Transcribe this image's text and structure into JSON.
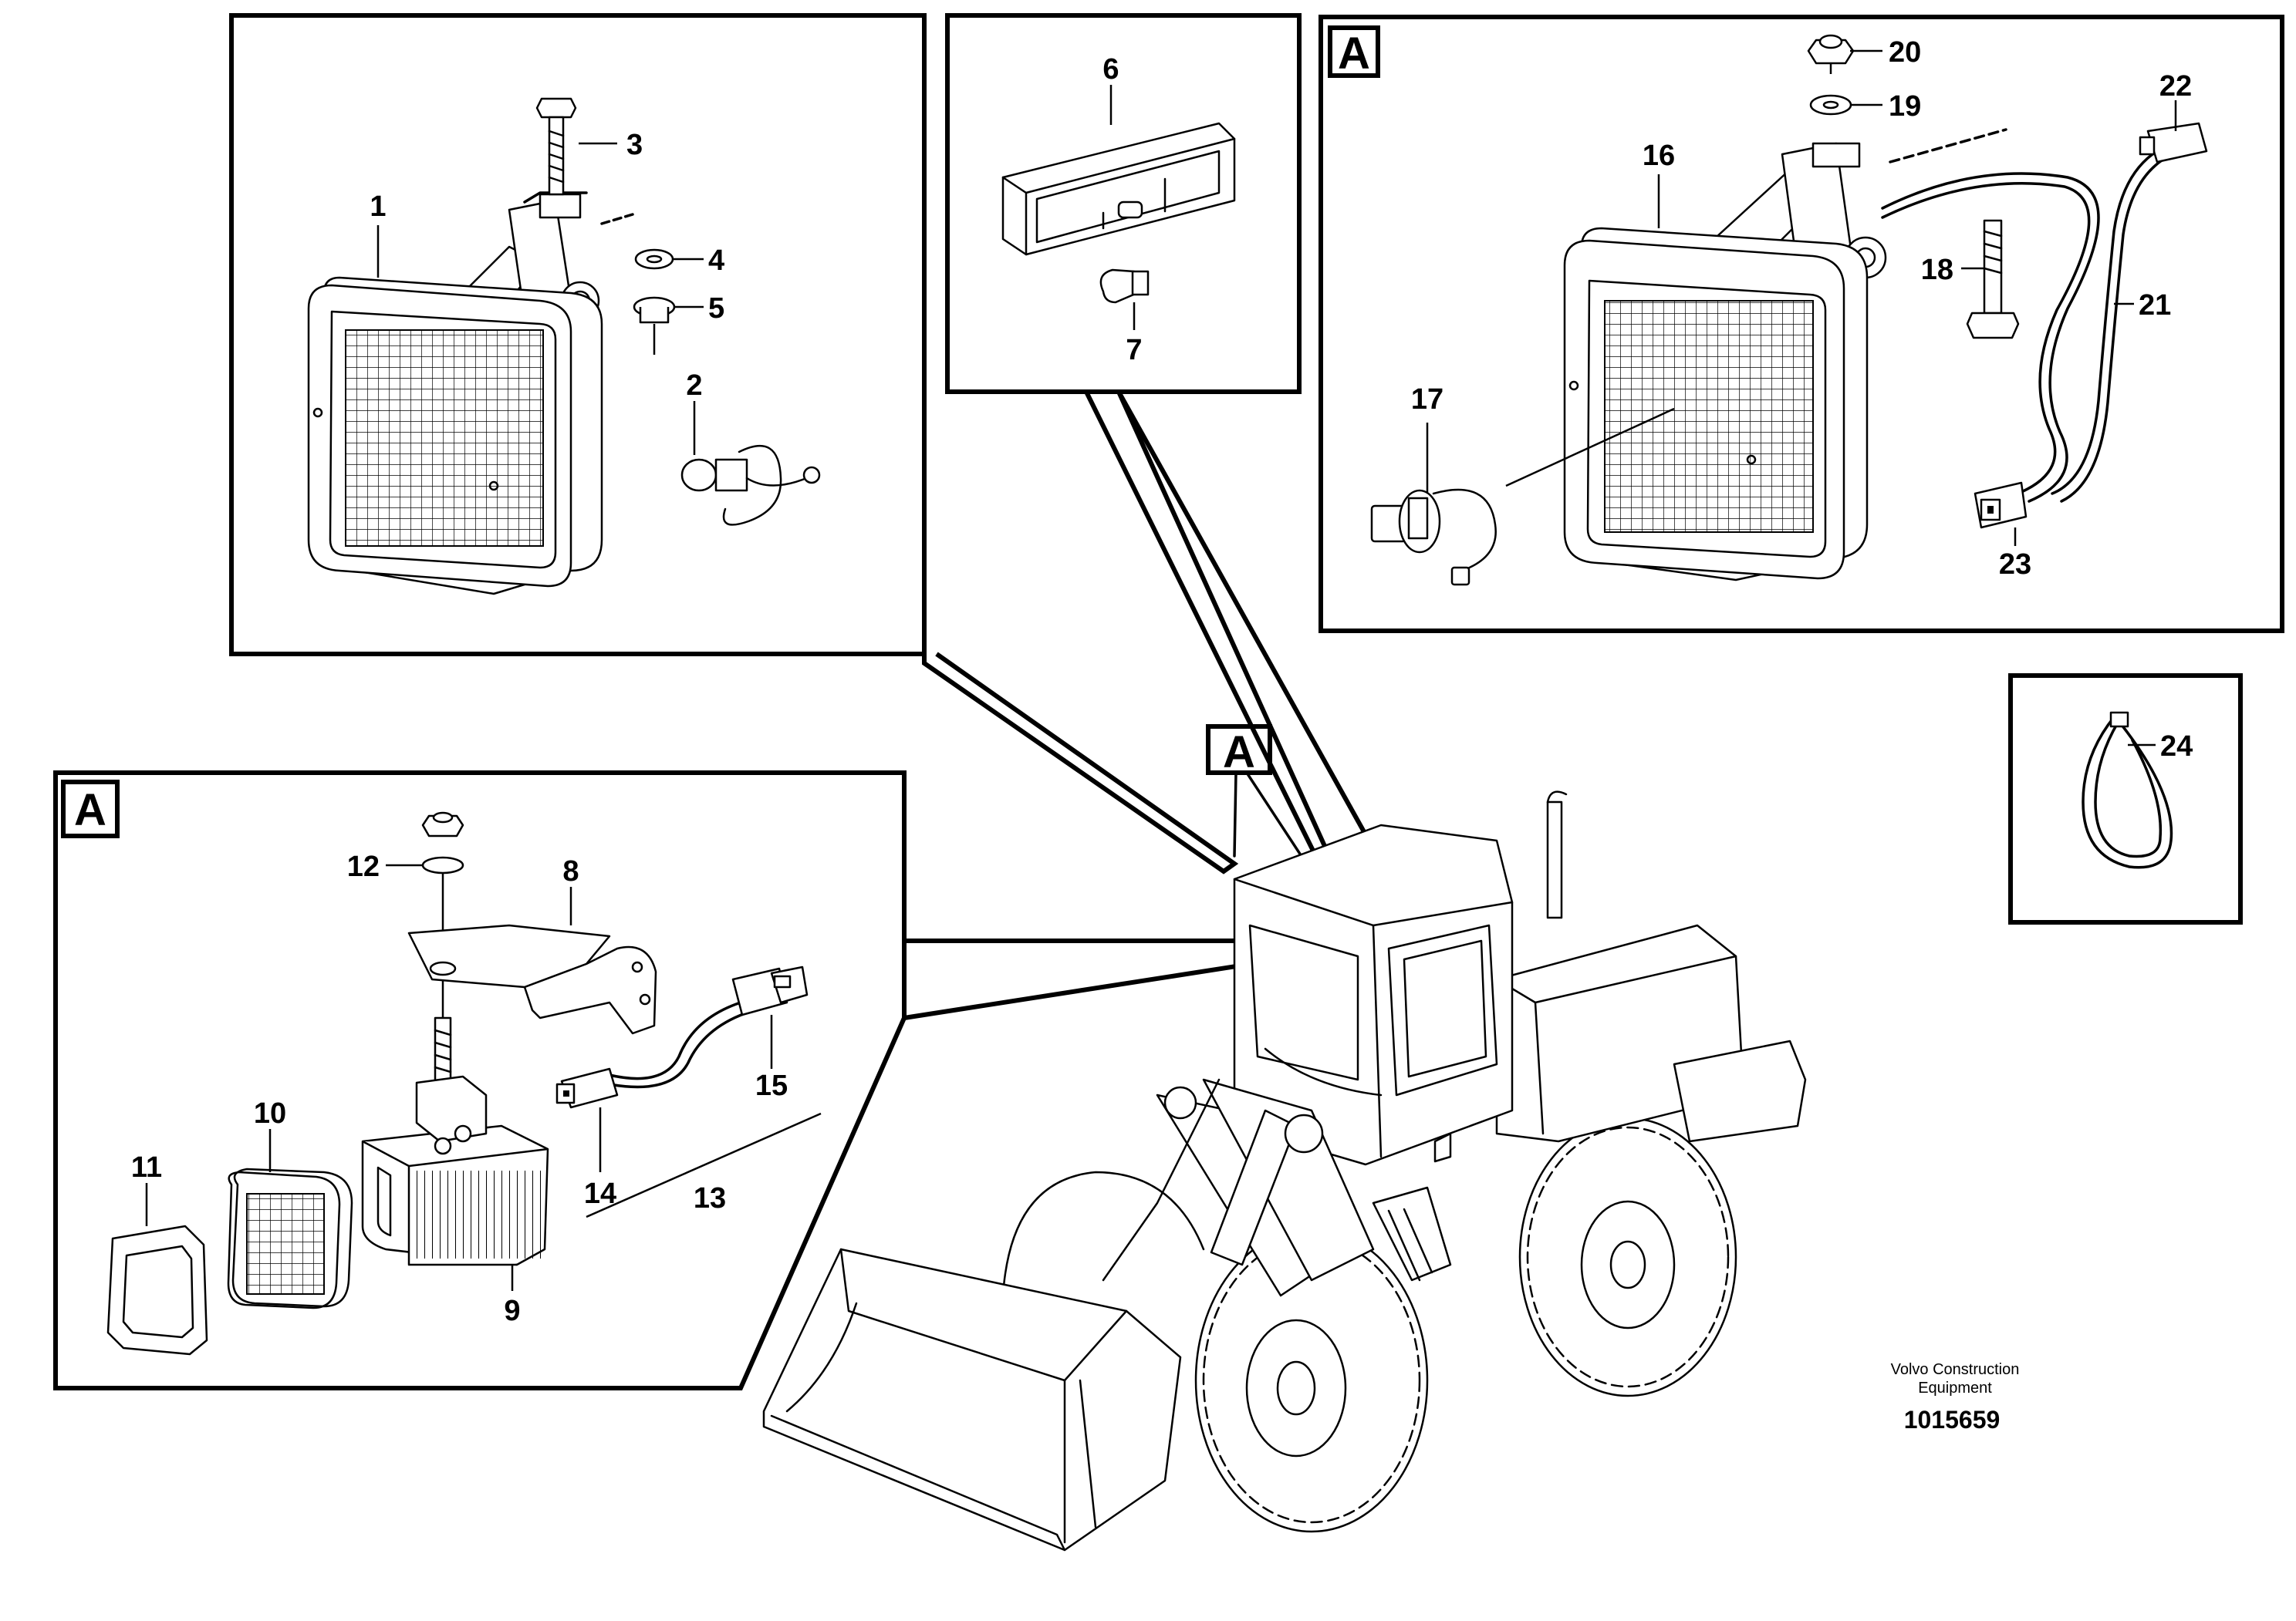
{
  "callouts": {
    "c1": "1",
    "c2": "2",
    "c3": "3",
    "c4": "4",
    "c5": "5",
    "c6": "6",
    "c7": "7",
    "c8": "8",
    "c9": "9",
    "c10": "10",
    "c11": "11",
    "c12": "12",
    "c13": "13",
    "c14": "14",
    "c15": "15",
    "c16": "16",
    "c17": "17",
    "c18": "18",
    "c19": "19",
    "c20": "20",
    "c21": "21",
    "c22": "22",
    "c23": "23",
    "c24": "24"
  },
  "sections": {
    "top_right_label": "A",
    "machine_label": "A",
    "bottom_left_label": "A"
  },
  "footer": {
    "brand_line1": "Volvo Construction",
    "brand_line2": "Equipment",
    "doc_number": "1015659"
  }
}
